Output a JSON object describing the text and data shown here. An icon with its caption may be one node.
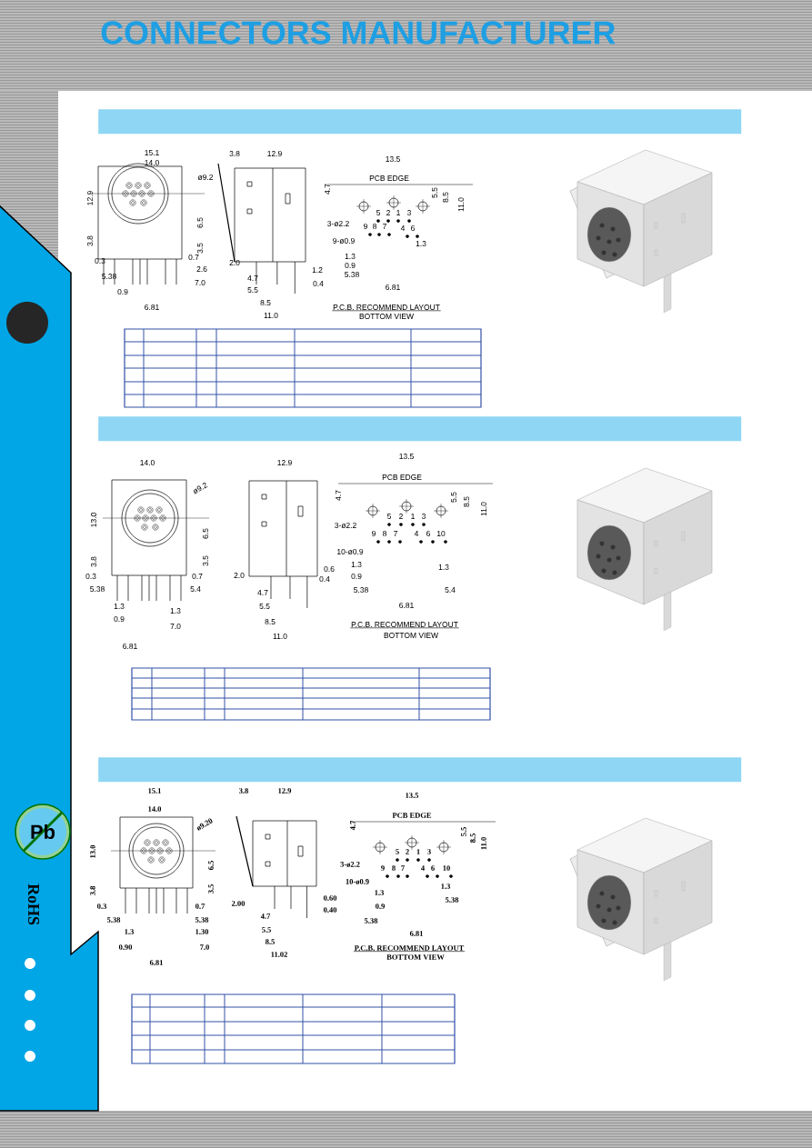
{
  "diagram": {
    "title": "CONNECTORS MANUFACTURER",
    "nodes": [
      {
        "text": [],
        "shape": "bar"
      },
      {
        "text": [],
        "shape": "bar"
      },
      {
        "text": [],
        "shape": "bar"
      }
    ],
    "labels": [
      "15.1",
      "14.0",
      "ø9.2",
      "12.9",
      "6.5",
      "3.8",
      "3.5",
      "0.3",
      "0.7",
      "2.6",
      "5.38",
      "7.0",
      "0.9",
      "6.81",
      "3.8",
      "12.9",
      "2.0",
      "1.2",
      "4.7",
      "0.4",
      "5.5",
      "8.5",
      "11.0",
      "13.5",
      "PCB EDGE",
      "4.7",
      "5.5",
      "8.5",
      "11.0",
      "3-ø2.2",
      "5",
      "2",
      "1",
      "3",
      "9",
      "8",
      "7",
      "4",
      "6",
      "9-ø0.9",
      "1.3",
      "1.3",
      "0.9",
      "5.38",
      "6.81",
      "P.C.B. RECOMMEND LAYOUT",
      "BOTTOM VIEW",
      "14.0",
      "ø9.2",
      "13.0",
      "6.5",
      "3.8",
      "3.5",
      "0.3",
      "0.7",
      "5.38",
      "5.4",
      "1.3",
      "1.3",
      "0.9",
      "7.0",
      "6.81",
      "12.9",
      "2.0",
      "0.6",
      "0.4",
      "4.7",
      "5.5",
      "8.5",
      "11.0",
      "13.5",
      "PCB EDGE",
      "4.7",
      "5.5",
      "8.5",
      "11.0",
      "3-ø2.2",
      "5",
      "2",
      "1",
      "3",
      "9",
      "8",
      "7",
      "4",
      "6",
      "10",
      "10-ø0.9",
      "1.3",
      "1.3",
      "0.9",
      "5.38",
      "5.4",
      "6.81",
      "P.C.B. RECOMMEND LAYOUT",
      "BOTTOM VIEW",
      "15.1",
      "14.0",
      "ø9.20",
      "13.0",
      "6.5",
      "3.8",
      "3.5",
      "0.3",
      "0.7",
      "5.38",
      "5.38",
      "1.3",
      "1.30",
      "0.90",
      "7.0",
      "6.81",
      "3.8",
      "12.9",
      "2.00",
      "0.60",
      "0.40",
      "4.7",
      "5.5",
      "8.5",
      "11.02",
      "13.5",
      "PCB EDGE",
      "4.7",
      "5.5",
      "8.5",
      "11.0",
      "3-ø2.2",
      "5",
      "2",
      "1",
      "3",
      "9",
      "8",
      "7",
      "4",
      "6",
      "10",
      "10-ø0.9",
      "1.3",
      "1.3",
      "5.38",
      "0.9",
      "5.38",
      "6.81",
      "P.C.B. RECOMMEND LAYOUT",
      "BOTTOM VIEW",
      "Pb",
      "RoHS"
    ]
  }
}
